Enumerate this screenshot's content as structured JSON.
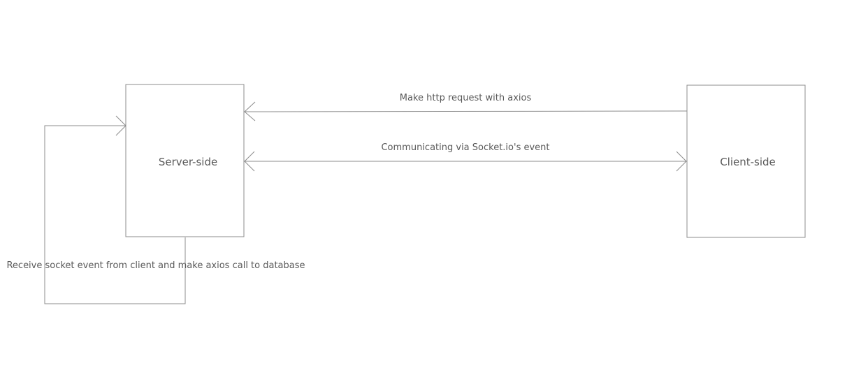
{
  "nodes": {
    "server": {
      "label": "Server-side"
    },
    "client": {
      "label": "Client-side"
    }
  },
  "edges": {
    "http_request": {
      "label": "Make http request with axios",
      "from": "client",
      "to": "server"
    },
    "socket_io": {
      "label": "Communicating via Socket.io's event",
      "from": "server",
      "to": "client",
      "bidirectional": true
    },
    "self_loop": {
      "label": "Receive socket event from client and make axios call to database",
      "from": "server",
      "to": "server"
    }
  },
  "colors": {
    "stroke": "#8c8c8c",
    "text": "#595959",
    "background": "#ffffff"
  }
}
